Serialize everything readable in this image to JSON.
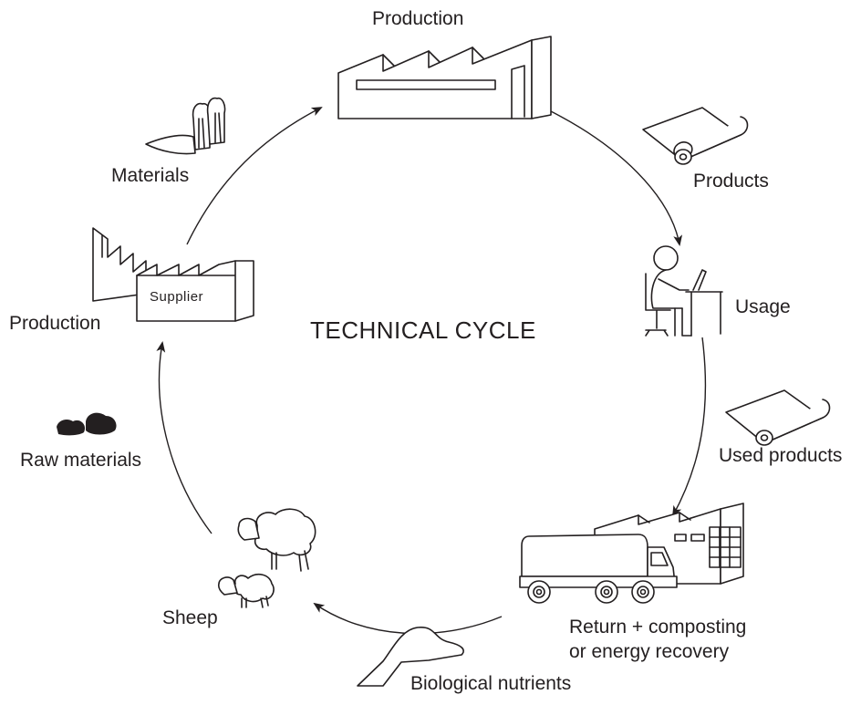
{
  "title": "TECHNICAL CYCLE",
  "nodes": {
    "production_top": "Production",
    "products": "Products",
    "usage": "Usage",
    "used_products": "Used products",
    "return_line1": "Return + composting",
    "return_line2": "or energy recovery",
    "biological_nutrients": "Biological nutrients",
    "sheep": "Sheep",
    "raw_materials": "Raw materials",
    "production_left": "Production",
    "supplier": "Supplier",
    "materials": "Materials"
  },
  "icons": {
    "production_top": "factory-icon",
    "products": "fabric-roll-icon",
    "usage": "person-at-desk-icon",
    "used_products": "fabric-roll-icon",
    "return": "truck-and-facility-icon",
    "biological_nutrients": "soil-heap-icon",
    "sheep": "sheep-icon",
    "raw_materials": "raw-wool-icon",
    "production_left": "supplier-factory-icon",
    "materials": "yarn-materials-icon"
  }
}
